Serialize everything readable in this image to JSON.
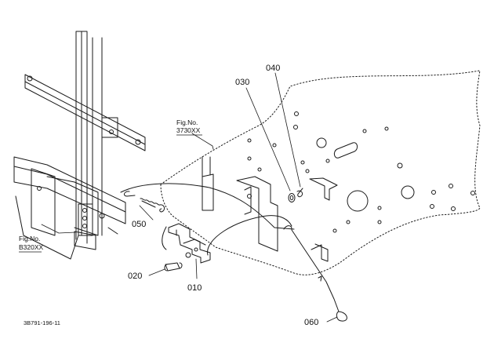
{
  "parts": [
    {
      "id": "p010",
      "label": "010"
    },
    {
      "id": "p020",
      "label": "020"
    },
    {
      "id": "p030",
      "label": "030"
    },
    {
      "id": "p040",
      "label": "040"
    },
    {
      "id": "p050",
      "label": "050"
    },
    {
      "id": "p060",
      "label": "060"
    }
  ],
  "figure_refs": [
    {
      "line1": "Fig.No.",
      "line2": "3730XX"
    },
    {
      "line1": "Fig.No.",
      "line2": "B320XX"
    }
  ],
  "drawing_code": "3B791-196-11",
  "colors": {
    "line": "#1a1a1a",
    "background": "#ffffff"
  }
}
